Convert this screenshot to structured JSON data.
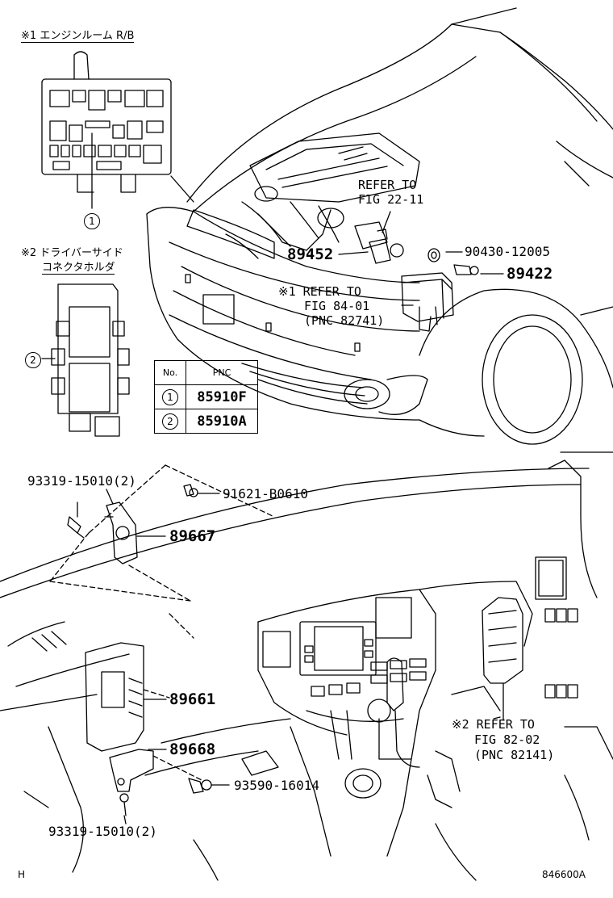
{
  "header": {
    "note1_mark": "※1",
    "note1_label": "エンジンルーム R/B",
    "note2_mark": "※2",
    "note2_line1": "ドライバーサイド",
    "note2_line2": "コネクタホルダ"
  },
  "callouts": {
    "c1": "1",
    "c2": "2"
  },
  "refs": {
    "ref_22_11_l1": "REFER TO",
    "ref_22_11_l2": "FIG 22-11",
    "ref_84_01_l1": "※1 REFER TO",
    "ref_84_01_l2": "FIG 84-01",
    "ref_84_01_l3": "(PNC 82741)",
    "ref_82_02_l1": "※2 REFER TO",
    "ref_82_02_l2": "FIG 82-02",
    "ref_82_02_l3": "(PNC 82141)"
  },
  "parts": {
    "p89452": "89452",
    "p90430": "90430-12005",
    "p89422": "89422",
    "p93319_top": "93319-15010(2)",
    "p91621": "91621-B0610",
    "p89667": "89667",
    "p89661": "89661",
    "p89668": "89668",
    "p93590": "93590-16014",
    "p93319_bottom": "93319-15010(2)"
  },
  "pnc_table": {
    "header_no": "No.",
    "header_pnc": "PNC",
    "rows": [
      {
        "no": "1",
        "pnc": "85910F"
      },
      {
        "no": "2",
        "pnc": "85910A"
      }
    ]
  },
  "footer": {
    "left_code": "H",
    "figure_id": "846600A"
  }
}
